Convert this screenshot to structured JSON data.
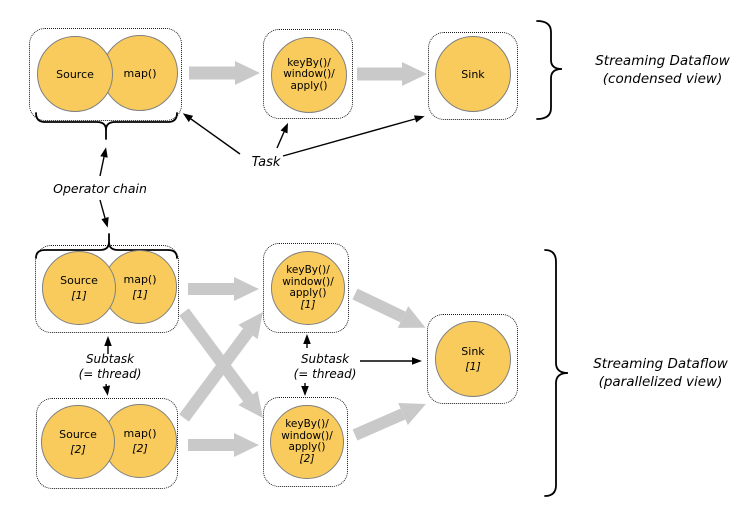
{
  "condensed": {
    "source": "Source",
    "map": "map()",
    "keyby_l1": "keyBy()/",
    "keyby_l2": "window()/",
    "keyby_l3": "apply()",
    "sink": "Sink",
    "bracket_l1": "Streaming Dataflow",
    "bracket_l2": "(condensed view)"
  },
  "annotations": {
    "operator_chain": "Operator chain",
    "task": "Task",
    "subtask_left_l1": "Subtask",
    "subtask_left_l2": "(= thread)",
    "subtask_mid_l1": "Subtask",
    "subtask_mid_l2": "(= thread)"
  },
  "parallel": {
    "source1": "Source",
    "source1_idx": "[1]",
    "map1": "map()",
    "map1_idx": "[1]",
    "source2": "Source",
    "source2_idx": "[2]",
    "map2": "map()",
    "map2_idx": "[2]",
    "keyby_l1": "keyBy()/",
    "keyby_l2": "window()/",
    "keyby_l3": "apply()",
    "keyby1_idx": "[1]",
    "keyby2_idx": "[2]",
    "sink1": "Sink",
    "sink1_idx": "[1]",
    "bracket_l1": "Streaming Dataflow",
    "bracket_l2": "(parallelized view)"
  },
  "colors": {
    "node_fill": "#F9CB5C",
    "node_stroke": "#808080",
    "flow_arrow": "#C9C9C9",
    "ink": "#000000"
  }
}
